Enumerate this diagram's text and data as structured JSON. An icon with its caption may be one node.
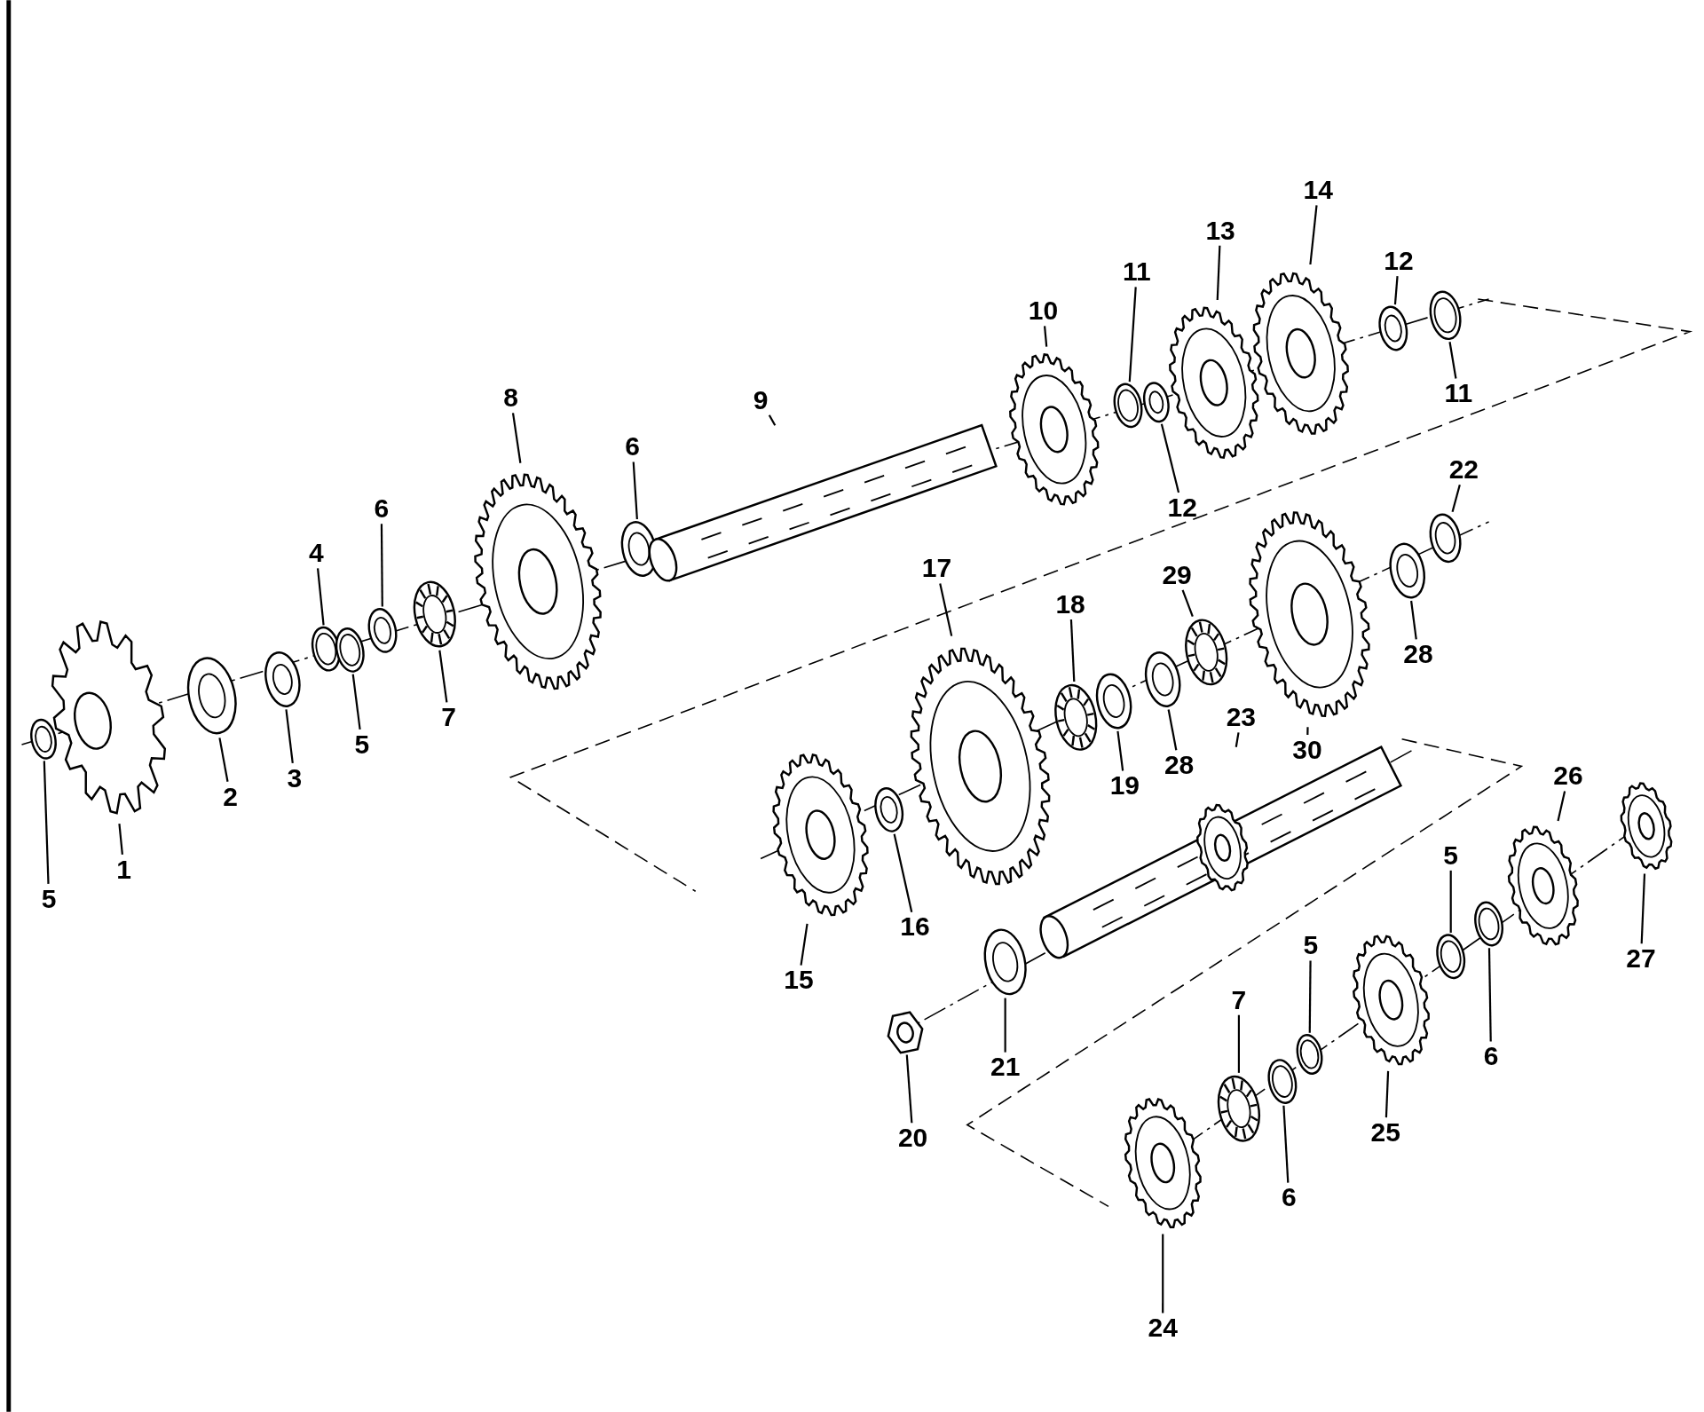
{
  "diagram": {
    "nodes": [
      {
        "text": [
          "14"
        ]
      },
      {
        "text": [
          "13"
        ]
      },
      {
        "text": [
          "12"
        ]
      },
      {
        "text": [
          "11"
        ]
      },
      {
        "text": [
          "10"
        ]
      },
      {
        "text": [
          "11"
        ]
      },
      {
        "text": [
          "9"
        ]
      },
      {
        "text": [
          "8"
        ]
      },
      {
        "text": [
          "22"
        ]
      },
      {
        "text": [
          "6"
        ]
      },
      {
        "text": [
          "12"
        ]
      },
      {
        "text": [
          "6"
        ]
      },
      {
        "text": [
          "17"
        ]
      },
      {
        "text": [
          "4"
        ]
      },
      {
        "text": [
          "29"
        ]
      },
      {
        "text": [
          "18"
        ]
      },
      {
        "text": [
          "28"
        ]
      },
      {
        "text": [
          "7"
        ]
      },
      {
        "text": [
          "5"
        ]
      },
      {
        "text": [
          "23"
        ]
      },
      {
        "text": [
          "30"
        ]
      },
      {
        "text": [
          "28"
        ]
      },
      {
        "text": [
          "26"
        ]
      },
      {
        "text": [
          "19"
        ]
      },
      {
        "text": [
          "3"
        ]
      },
      {
        "text": [
          "2"
        ]
      },
      {
        "text": [
          "5"
        ]
      },
      {
        "text": [
          "1"
        ]
      },
      {
        "text": [
          "5"
        ]
      },
      {
        "text": [
          "16"
        ]
      },
      {
        "text": [
          "5"
        ]
      },
      {
        "text": [
          "27"
        ]
      },
      {
        "text": [
          "15"
        ]
      },
      {
        "text": [
          "7"
        ]
      },
      {
        "text": [
          "6"
        ]
      },
      {
        "text": [
          "21"
        ]
      },
      {
        "text": [
          "25"
        ]
      },
      {
        "text": [
          "20"
        ]
      },
      {
        "text": [
          "6"
        ]
      },
      {
        "text": [
          "24"
        ]
      },
      {
        "text": [],
        "shape": "picture"
      },
      {
        "text": [],
        "shape": "picture"
      },
      {
        "text": [],
        "shape": "picture"
      },
      {
        "text": [],
        "shape": "picture"
      },
      {
        "text": [],
        "shape": "picture"
      },
      {
        "text": [],
        "shape": "picture"
      },
      {
        "text": [],
        "shape": "picture"
      },
      {
        "text": [],
        "shape": "picture"
      },
      {
        "text": [],
        "shape": "picture"
      },
      {
        "text": [],
        "shape": "picture"
      },
      {
        "text": [],
        "shape": "picture"
      },
      {
        "text": [],
        "shape": "picture"
      },
      {
        "text": [],
        "shape": "picture"
      },
      {
        "text": [],
        "shape": "picture"
      },
      {
        "text": [],
        "shape": "picture"
      },
      {
        "text": [],
        "shape": "picture"
      },
      {
        "text": [],
        "shape": "picture"
      },
      {
        "text": [],
        "shape": "picture"
      },
      {
        "text": [],
        "shape": "picture"
      },
      {
        "text": [],
        "shape": "picture"
      },
      {
        "text": [],
        "shape": "picture"
      },
      {
        "text": [],
        "shape": "picture"
      },
      {
        "text": [],
        "shape": "picture"
      },
      {
        "text": [],
        "shape": "picture"
      },
      {
        "text": [],
        "shape": "picture"
      },
      {
        "text": [],
        "shape": "picture"
      },
      {
        "text": [],
        "shape": "picture"
      },
      {
        "text": [],
        "shape": "picture"
      },
      {
        "text": [],
        "shape": "picture"
      },
      {
        "text": [],
        "shape": "picture"
      },
      {
        "text": [],
        "shape": "picture"
      },
      {
        "text": [],
        "shape": "picture"
      },
      {
        "text": [],
        "shape": "picture"
      },
      {
        "text": [],
        "shape": "picture"
      },
      {
        "text": [],
        "shape": "picture"
      },
      {
        "text": [],
        "shape": "picture"
      },
      {
        "text": [],
        "shape": "picture"
      },
      {
        "text": [],
        "shape": "picture"
      },
      {
        "text": [],
        "shape": "picture"
      },
      {
        "text": [],
        "shape": "picture"
      }
    ],
    "edges": [
      {
        "from": 0,
        "to": 55,
        "arrow": "none"
      },
      {
        "from": 1,
        "to": 54,
        "arrow": "none"
      },
      {
        "from": 2,
        "to": 56,
        "arrow": "none"
      },
      {
        "from": 3,
        "to": 52,
        "arrow": "none"
      },
      {
        "from": 4,
        "to": 51,
        "arrow": "none"
      },
      {
        "from": 5,
        "to": 57,
        "arrow": "none"
      },
      {
        "from": 6,
        "to": 50,
        "arrow": "none"
      },
      {
        "from": 7,
        "to": 48,
        "arrow": "none"
      },
      {
        "from": 8,
        "to": 58,
        "arrow": "none"
      },
      {
        "from": 9,
        "to": 49,
        "arrow": "none"
      },
      {
        "from": 10,
        "to": 53,
        "arrow": "none"
      },
      {
        "from": 11,
        "to": 46,
        "arrow": "none"
      },
      {
        "from": 12,
        "to": 65,
        "arrow": "none"
      },
      {
        "from": 13,
        "to": 44,
        "arrow": "none"
      },
      {
        "from": 14,
        "to": 61,
        "arrow": "none"
      },
      {
        "from": 15,
        "to": 64,
        "arrow": "none"
      },
      {
        "from": 16,
        "to": 59,
        "arrow": "none"
      },
      {
        "from": 17,
        "to": 47,
        "arrow": "none"
      },
      {
        "from": 18,
        "to": 45,
        "arrow": "none"
      },
      {
        "from": 19,
        "to": 68,
        "arrow": "none"
      },
      {
        "from": 20,
        "to": 60,
        "arrow": "none"
      },
      {
        "from": 21,
        "to": 62,
        "arrow": "none"
      },
      {
        "from": 22,
        "to": 72,
        "arrow": "none"
      },
      {
        "from": 23,
        "to": 63,
        "arrow": "none"
      },
      {
        "from": 24,
        "to": 43,
        "arrow": "none"
      },
      {
        "from": 25,
        "to": 42,
        "arrow": "none"
      },
      {
        "from": 26,
        "to": 74,
        "arrow": "none"
      },
      {
        "from": 27,
        "to": 40,
        "arrow": "none"
      },
      {
        "from": 28,
        "to": 41,
        "arrow": "none"
      },
      {
        "from": 29,
        "to": 66,
        "arrow": "none"
      },
      {
        "from": 30,
        "to": 76,
        "arrow": "none"
      },
      {
        "from": 31,
        "to": 71,
        "arrow": "none"
      },
      {
        "from": 32,
        "to": 67,
        "arrow": "none"
      },
      {
        "from": 33,
        "to": 78,
        "arrow": "none"
      },
      {
        "from": 34,
        "to": 73,
        "arrow": "none"
      },
      {
        "from": 35,
        "to": 69,
        "arrow": "none"
      },
      {
        "from": 36,
        "to": 75,
        "arrow": "none"
      },
      {
        "from": 37,
        "to": 70,
        "arrow": "none"
      },
      {
        "from": 38,
        "to": 77,
        "arrow": "none"
      },
      {
        "from": 39,
        "to": 79,
        "arrow": "none"
      }
    ]
  }
}
